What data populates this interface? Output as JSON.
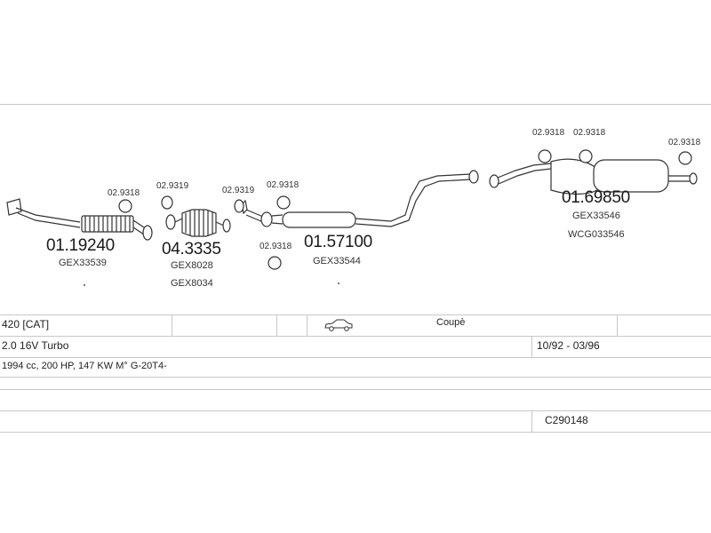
{
  "diagram": {
    "parts": [
      {
        "number": "01.19240",
        "refs": [
          "GEX33539"
        ]
      },
      {
        "number": "04.3335",
        "refs": [
          "GEX8028",
          "GEX8034"
        ]
      },
      {
        "number": "01.57100",
        "refs": [
          "GEX33544"
        ]
      },
      {
        "number": "01.69850",
        "refs": [
          "GEX33546",
          "WCG033546"
        ]
      }
    ],
    "mounts": {
      "m1": "02.9318",
      "m2": "02.9319",
      "m3": "02.9319",
      "m4": "02.9318",
      "m5": "02.9318",
      "m6": "02.9318",
      "m7": "02.9318",
      "m8": "02.9318"
    }
  },
  "vehicle": {
    "model": "420  [CAT]",
    "body": "Coupè",
    "engine": "2.0 16V Turbo",
    "years": "10/92 - 03/96",
    "specs": "1994 cc, 200 HP, 147 KW M° G-20T4-",
    "code": "C290148"
  }
}
